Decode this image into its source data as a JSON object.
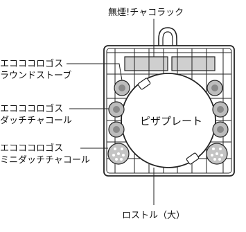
{
  "title": "無煙!チャコラック",
  "center_label": "ピザプレート",
  "bottom_label": "ロストル（大）",
  "callouts": [
    {
      "line1": "エコココロゴス",
      "line2": "ラウンドストーブ"
    },
    {
      "line1": "エコココロゴス",
      "line2": "ダッチチャコール"
    },
    {
      "line1": "エコココロゴス",
      "line2": "ミニダッチチャコール"
    }
  ]
}
